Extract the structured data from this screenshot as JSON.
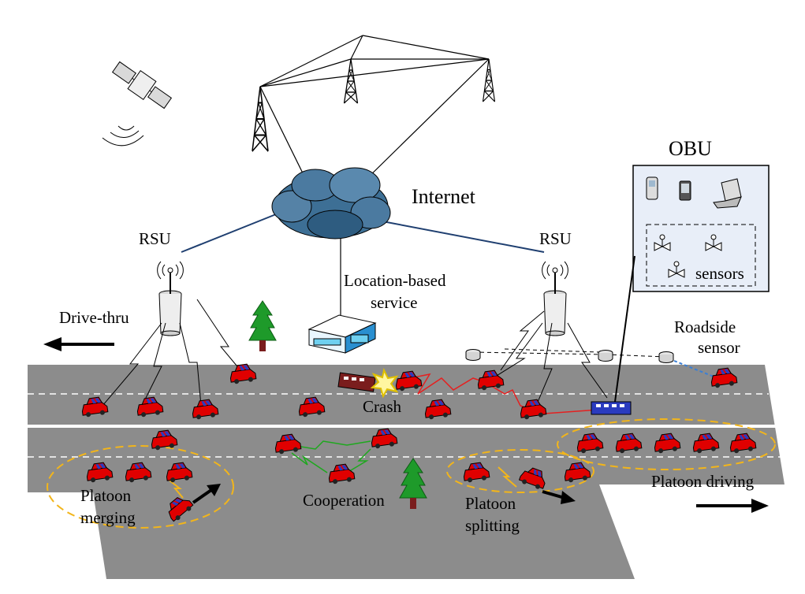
{
  "labels": {
    "internet": "Internet",
    "rsu_left": "RSU",
    "rsu_right": "RSU",
    "obu": "OBU",
    "sensors": "sensors",
    "drive_thru": "Drive-thru",
    "location_service_line1": "Location-based",
    "location_service_line2": "service",
    "roadside_sensor_line1": "Roadside",
    "roadside_sensor_line2": "sensor",
    "crash": "Crash",
    "platoon_merging_line1": "Platoon",
    "platoon_merging_line2": "merging",
    "cooperation": "Cooperation",
    "platoon_splitting_line1": "Platoon",
    "platoon_splitting_line2": "splitting",
    "platoon_driving": "Platoon driving"
  },
  "colors": {
    "road": "#8c8c8c",
    "car_body": "#e00000",
    "car_window": "#2a3bbf",
    "tree": "#1e9a2a",
    "trunk": "#7a1d1d",
    "dash_platoon": "#f2b51b",
    "link_red": "#e52020",
    "link_green": "#1ea81e",
    "link_blue": "#3a7fd5",
    "cloud": "#3d6f95",
    "backbone": "#1f3f70"
  },
  "icons": [
    "satellite-icon",
    "cell-tower-icon",
    "cloud-icon",
    "rsu-tower-icon",
    "car-icon",
    "tree-icon",
    "server-icon",
    "sensor-icon",
    "phone-icon",
    "pda-icon",
    "laptop-icon",
    "valve-sensor-icon",
    "crash-star-icon",
    "arrow-icon"
  ]
}
